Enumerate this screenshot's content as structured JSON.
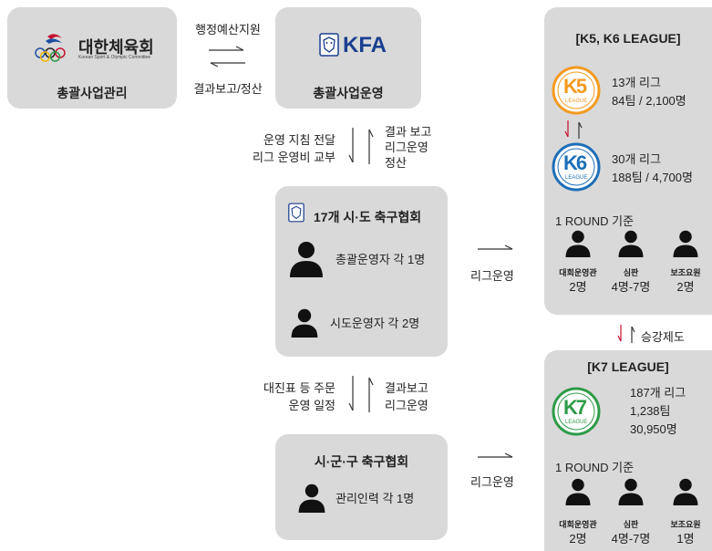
{
  "left": {
    "kso": {
      "logo_text": "대한체육회",
      "logo_sub": "Korean Sport & Olympic Committee",
      "caption": "총괄사업관리"
    },
    "arrow_top_label": "행정예산지원",
    "arrow_bottom_label": "결과보고/정산",
    "kfa": {
      "logo_text": "KFA",
      "caption": "총괄사업운영"
    },
    "flow1_left": [
      "운영 지침 전달",
      "리그 운영비 교부"
    ],
    "flow1_right": [
      "결과 보고",
      "리그운영",
      "정산"
    ],
    "province": {
      "title": "17개 시·도 축구협회",
      "row1": "총괄운영자 각 1명",
      "row2": "시도운영자 각 2명"
    },
    "flow2_left": [
      "대진표 등 주문",
      "운영 일정"
    ],
    "flow2_right": [
      "결과보고",
      "리그운영"
    ],
    "district": {
      "title": "시·군·구 축구협회",
      "row1": "관리인력 각 1명"
    },
    "league_op_label": "리그운영"
  },
  "right": {
    "top_box": {
      "title": "[K5, K6 LEAGUE]",
      "k5": {
        "logo": "K5",
        "logo_sub": "LEAGUE",
        "line1": "13개 리그",
        "line2": "84팀 / 2,100명"
      },
      "k6": {
        "logo": "K6",
        "logo_sub": "LEAGUE",
        "line1": "30개 리그",
        "line2": "188팀 / 4,700명"
      },
      "round_label": "1 ROUND 기준",
      "staff": [
        {
          "role": "대회운영관",
          "count": "2명"
        },
        {
          "role": "심판",
          "count": "4명-7명"
        },
        {
          "role": "보조요원",
          "count": "2명"
        }
      ]
    },
    "promotion_label": "승강제도",
    "bottom_box": {
      "title": "[K7 LEAGUE]",
      "k7": {
        "logo": "K7",
        "logo_sub": "LEAGUE",
        "line1": "187개 리그",
        "line2": "1,238팀",
        "line3": "30,950명"
      },
      "round_label": "1 ROUND 기준",
      "staff": [
        {
          "role": "대회운영관",
          "count": "2명"
        },
        {
          "role": "심판",
          "count": "4명-7명"
        },
        {
          "role": "보조요원",
          "count": "1명"
        }
      ]
    }
  },
  "colors": {
    "box_bg": "#d9d9d9",
    "arrow_down_red": "#c8102e",
    "k5_orange": "#f39a1e",
    "k6_blue": "#1d6fb8",
    "k7_green": "#2e9b48",
    "kfa_blue": "#1a3f8f"
  }
}
